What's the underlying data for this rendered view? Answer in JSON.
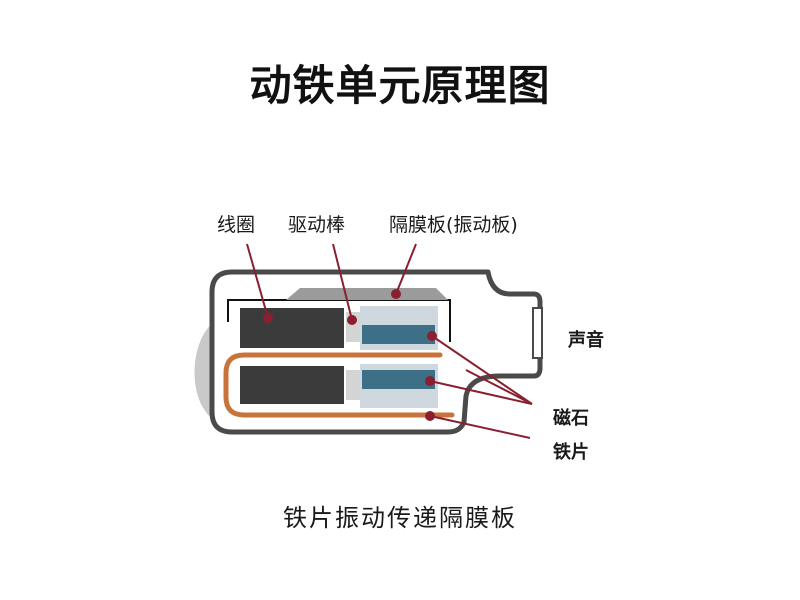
{
  "title": "动铁单元原理图",
  "labels": {
    "coil": "线圈",
    "drive_rod": "驱动棒",
    "diaphragm": "隔膜板(振动板)",
    "sound": "声音",
    "magnet": "磁石",
    "armature": "铁片"
  },
  "caption": "铁片振动传递隔膜板",
  "colors": {
    "coil": "#3b3b3b",
    "magnet": "#3d6f86",
    "armature": "#c8733a",
    "pointer": "#8a1f2f",
    "housing": "#4a4a4a",
    "diaphragm": "#9b9b9b"
  }
}
